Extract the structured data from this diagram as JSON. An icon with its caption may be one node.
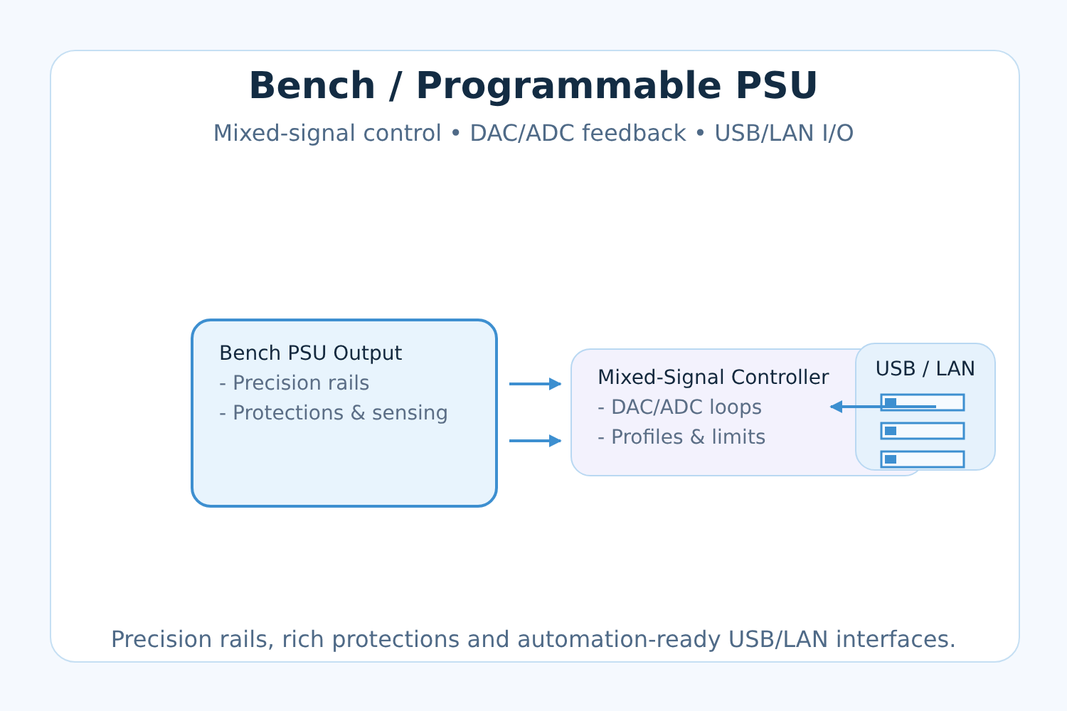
{
  "diagram": {
    "title": "Bench / Programmable PSU",
    "caption": "Precision rails, rich protections and automation-ready USB/LAN interfaces.",
    "nodes": [
      {
        "text": [
          "Bench PSU Output",
          "- Precision rails",
          "- Protections & sensing"
        ]
      },
      {
        "text": [
          "Mixed-Signal Controller",
          "- DAC/ADC loops",
          "- Profiles & limits"
        ]
      },
      {
        "text": [
          "USB / LAN"
        ]
      }
    ],
    "edges": [
      {
        "from": 0,
        "to": 1,
        "arrow": "to"
      },
      {
        "from": 0,
        "to": 1,
        "arrow": "to"
      },
      {
        "from": 2,
        "to": 1,
        "arrow": "to"
      }
    ],
    "labels": [
      "Mixed-signal control • DAC/ADC feedback • USB/LAN I/O"
    ]
  }
}
